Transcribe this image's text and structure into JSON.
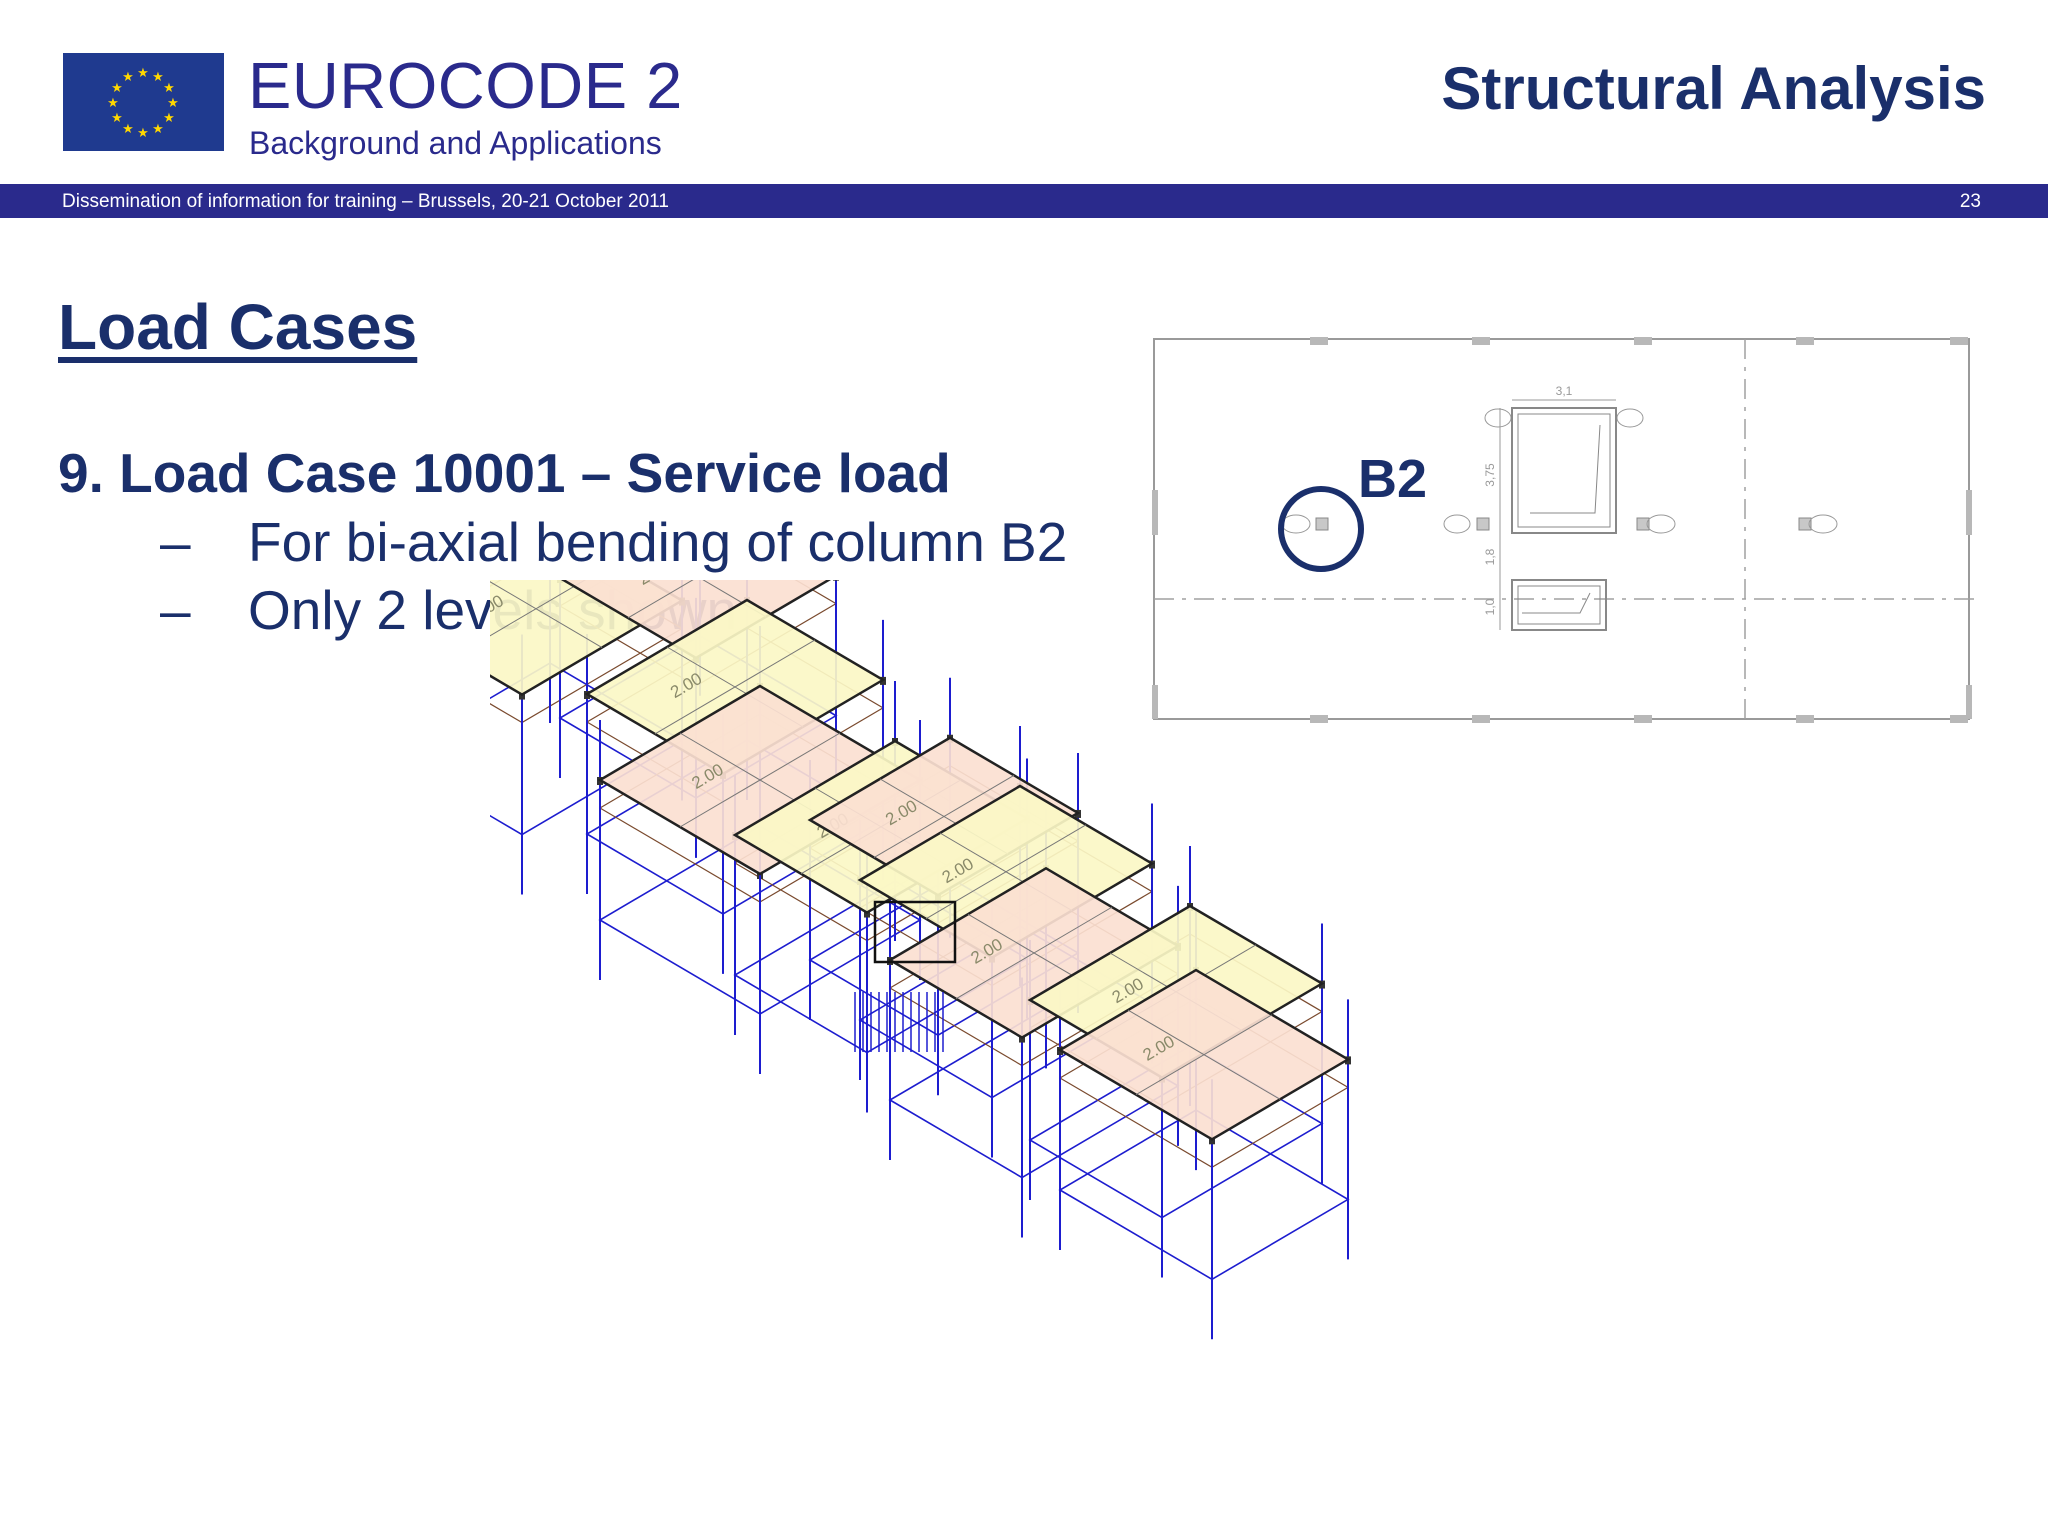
{
  "header": {
    "brand_title": "EUROCODE 2",
    "brand_subtitle": "Background and Applications",
    "section_title": "Structural Analysis"
  },
  "band": {
    "event": "Dissemination of information for training – Brussels, 20-21 October 2011",
    "page_number": "23"
  },
  "slide": {
    "title": "Load Cases",
    "point": "9. Load Case 10001 – Service load",
    "bullets": [
      {
        "dash": "–",
        "text": "For bi-axial bending of column B2"
      },
      {
        "dash": "–",
        "text": "Only 2 levels shown"
      }
    ]
  },
  "plan": {
    "column_label": "B2",
    "dim_width": "3,1",
    "dim_height_1": "3,75",
    "dim_height_2": "1,8",
    "dim_height_3": "1,0"
  },
  "model": {
    "load_value": "2.00"
  },
  "colors": {
    "brand_blue": "#2a2a8c",
    "text_navy": "#1a2f6b",
    "flag_blue": "#1f3a8f",
    "flag_star": "#ffd700",
    "slab_yellow": "#fbf7c6",
    "slab_pink": "#fbe0d1",
    "beam_blue": "#1d1dcf",
    "beam_brown": "#7a4a2e"
  }
}
